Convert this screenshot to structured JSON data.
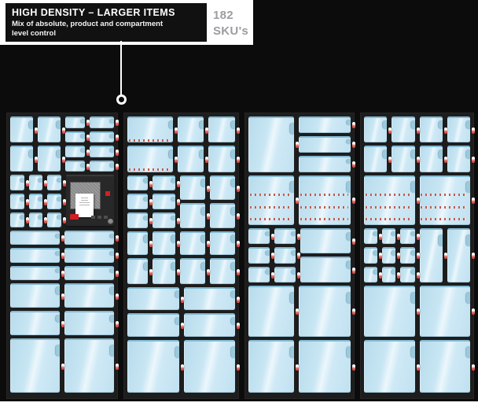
{
  "header": {
    "title": "HIGH DENSITY – LARGER ITEMS",
    "subtitle_line1": "Mix of absolute, product and compartment",
    "subtitle_line2": "level control",
    "sku_count": "182",
    "sku_label": "SKU's"
  },
  "colors": {
    "backdrop": "#0c0c0c",
    "cabinet_frame": "#1d1d1d",
    "door_fill": "#c8e6f3",
    "door_tab": "#9ac9dc",
    "lock_red": "#dd5048",
    "accent_red": "#cf2027",
    "sku_gray": "#9b9da0",
    "item_dot": "#c05a50"
  },
  "cabinets": [
    {
      "label": "cabinet-1",
      "w": 142,
      "bands": [
        {
          "h": 74,
          "cols": [
            {
              "w": 30,
              "doors": 2
            },
            {
              "w": 30,
              "doors": 2
            },
            {
              "w": 26,
              "doors": 4
            },
            {
              "w": 32,
              "doors": 4
            }
          ]
        },
        {
          "h": 70,
          "cols": [
            {
              "w": 19,
              "doors": 3
            },
            {
              "w": 19,
              "doors": 3
            },
            {
              "w": 19,
              "doors": 3
            },
            {
              "w": 66,
              "panel": true
            }
          ]
        },
        {
          "h": 66,
          "cols": [
            {
              "w": 50,
              "doors": 3
            },
            {
              "w": 50,
              "doors": 3
            }
          ]
        },
        {
          "h": 70,
          "cols": [
            {
              "w": 50,
              "doors": 2
            },
            {
              "w": 50,
              "doors": 2
            }
          ]
        },
        {
          "h": 72,
          "cols": [
            {
              "w": 50,
              "doors": 1
            },
            {
              "w": 50,
              "doors": 1
            }
          ]
        }
      ]
    },
    {
      "label": "cabinet-2",
      "w": 147,
      "bands": [
        {
          "h": 74,
          "cols": [
            {
              "w": 46,
              "doors": 2,
              "items": 1
            },
            {
              "w": 27,
              "doors": 2
            },
            {
              "w": 27,
              "doors": 2
            }
          ]
        },
        {
          "h": 70,
          "cols": [
            {
              "w": 22,
              "doors": 3
            },
            {
              "w": 24,
              "doors": 3
            },
            {
              "w": 27,
              "doors": 2
            },
            {
              "w": 27,
              "doors": 2
            }
          ]
        },
        {
          "h": 32,
          "cols": [
            {
              "w": 22,
              "doors": 1
            },
            {
              "w": 24,
              "doors": 1
            },
            {
              "w": 27,
              "doors": 1
            },
            {
              "w": 27,
              "doors": 1
            }
          ]
        },
        {
          "h": 34,
          "cols": [
            {
              "w": 22,
              "doors": 1
            },
            {
              "w": 24,
              "doors": 1
            },
            {
              "w": 27,
              "doors": 1
            },
            {
              "w": 27,
              "doors": 1
            }
          ]
        },
        {
          "h": 66,
          "cols": [
            {
              "w": 50,
              "doors": 2
            },
            {
              "w": 50,
              "doors": 2
            }
          ]
        },
        {
          "h": 70,
          "cols": [
            {
              "w": 50,
              "doors": 1
            },
            {
              "w": 50,
              "doors": 1
            }
          ]
        }
      ]
    },
    {
      "label": "cabinet-3",
      "w": 140,
      "bands": [
        {
          "h": 74,
          "cols": [
            {
              "w": 47,
              "doors": 1
            },
            {
              "w": 53,
              "doors": 3
            }
          ]
        },
        {
          "h": 66,
          "cols": [
            {
              "w": 47,
              "doors": 1,
              "items": 3
            },
            {
              "w": 53,
              "doors": 1,
              "items": 3
            }
          ]
        },
        {
          "h": 72,
          "cols": [
            {
              "w": 22,
              "doors": 3
            },
            {
              "w": 22,
              "doors": 3
            },
            {
              "w": 52,
              "doors": 2
            }
          ]
        },
        {
          "h": 68,
          "cols": [
            {
              "w": 47,
              "doors": 1
            },
            {
              "w": 53,
              "doors": 1
            }
          ]
        },
        {
          "h": 70,
          "cols": [
            {
              "w": 47,
              "doors": 1
            },
            {
              "w": 53,
              "doors": 1
            }
          ]
        }
      ]
    },
    {
      "label": "cabinet-4",
      "w": 145,
      "bands": [
        {
          "h": 74,
          "cols": [
            {
              "w": 25,
              "doors": 2
            },
            {
              "w": 25,
              "doors": 2
            },
            {
              "w": 25,
              "doors": 2
            },
            {
              "w": 25,
              "doors": 2
            }
          ]
        },
        {
          "h": 66,
          "cols": [
            {
              "w": 50,
              "doors": 1,
              "items": 3
            },
            {
              "w": 50,
              "doors": 1,
              "items": 3
            }
          ]
        },
        {
          "h": 72,
          "cols": [
            {
              "w": 15,
              "doors": 3
            },
            {
              "w": 15,
              "doors": 3
            },
            {
              "w": 17,
              "doors": 3
            },
            {
              "w": 25,
              "doors": 1
            },
            {
              "w": 26,
              "doors": 1
            }
          ]
        },
        {
          "h": 68,
          "cols": [
            {
              "w": 50,
              "doors": 1
            },
            {
              "w": 50,
              "doors": 1
            }
          ]
        },
        {
          "h": 70,
          "cols": [
            {
              "w": 50,
              "doors": 1
            },
            {
              "w": 50,
              "doors": 1
            }
          ]
        }
      ]
    }
  ]
}
